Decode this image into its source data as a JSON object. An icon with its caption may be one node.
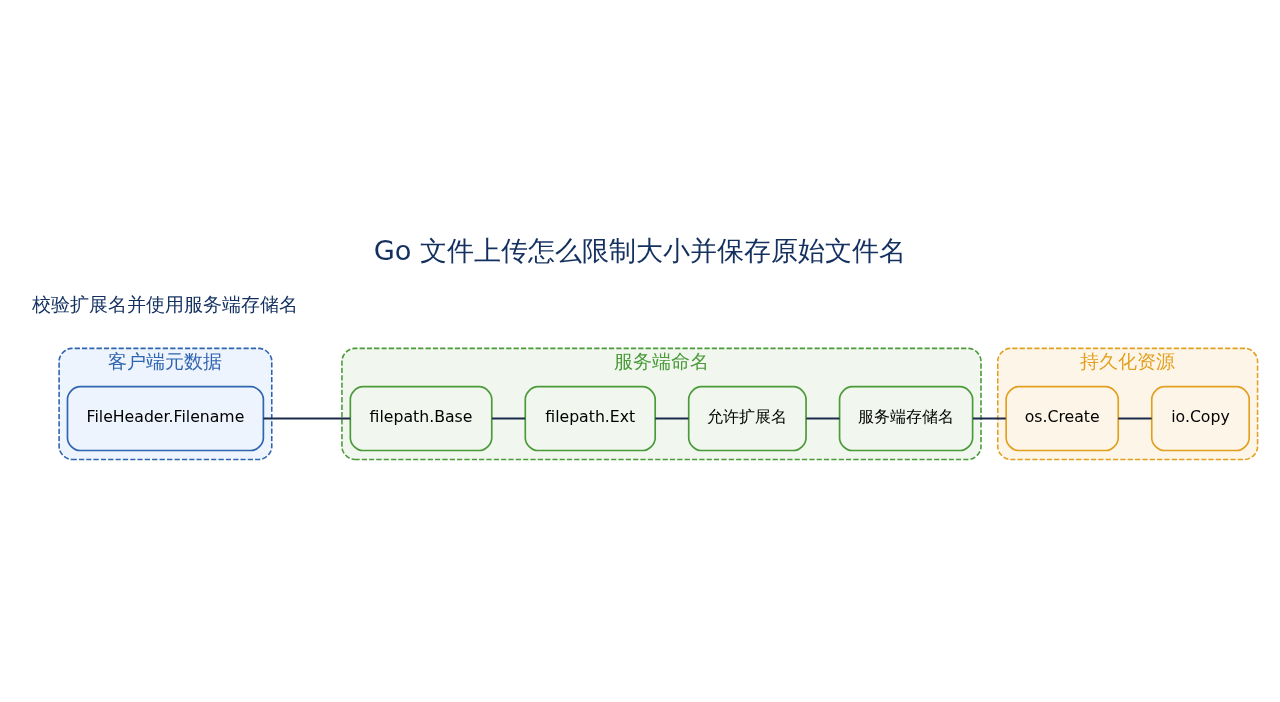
{
  "diagram": {
    "title": "Go 文件上传怎么限制大小并保存原始文件名",
    "nodes": [
      {
        "text": [
          "客户端元数据"
        ]
      },
      {
        "text": [
          "FileHeader.Filename"
        ],
        "in": 0
      },
      {
        "text": [
          "服务端命名"
        ]
      },
      {
        "text": [
          "filepath.Base"
        ],
        "in": 2
      },
      {
        "text": [
          "filepath.Ext"
        ],
        "in": 2
      },
      {
        "text": [
          "允许扩展名"
        ],
        "in": 2
      },
      {
        "text": [
          "服务端存储名"
        ],
        "in": 2
      },
      {
        "text": [
          "持久化资源"
        ]
      },
      {
        "text": [
          "os.Create"
        ],
        "in": 7
      },
      {
        "text": [
          "io.Copy"
        ],
        "in": 7
      }
    ],
    "edges": [
      {
        "from": 1,
        "to": 3,
        "arrow": "none"
      },
      {
        "from": 3,
        "to": 4,
        "arrow": "none"
      },
      {
        "from": 4,
        "to": 5,
        "arrow": "none"
      },
      {
        "from": 5,
        "to": 6,
        "arrow": "none"
      },
      {
        "from": 6,
        "to": 8,
        "arrow": "none"
      },
      {
        "from": 8,
        "to": 9,
        "arrow": "none"
      }
    ],
    "labels": [
      "校验扩展名并使用服务端存储名"
    ]
  }
}
